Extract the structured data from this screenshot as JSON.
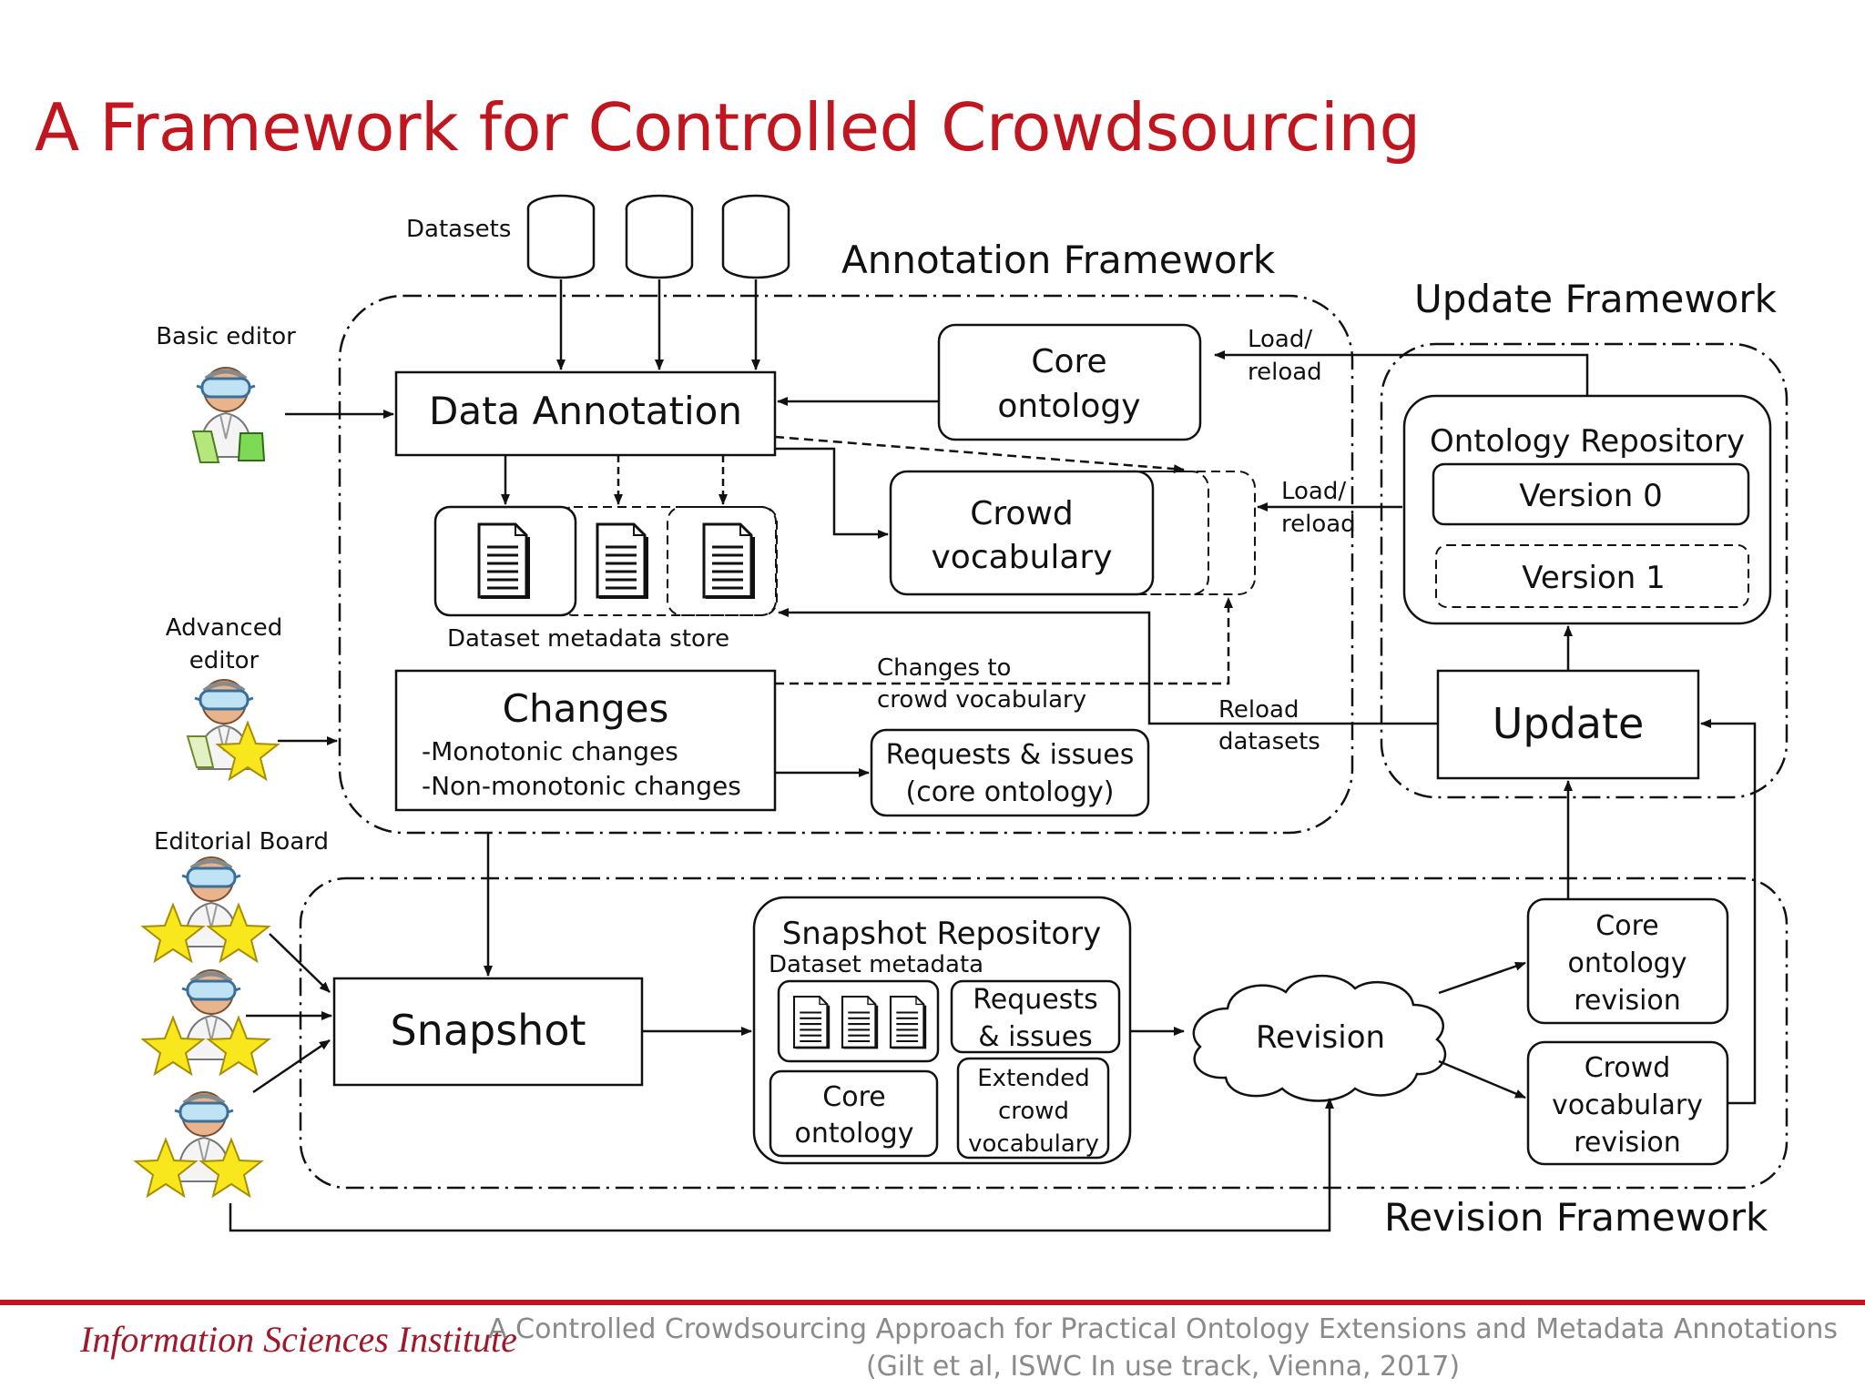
{
  "title": "A Framework for Controlled Crowdsourcing",
  "frameworks": {
    "annotation": "Annotation Framework",
    "update": "Update Framework",
    "revision": "Revision Framework"
  },
  "actors": {
    "basic_editor": "Basic editor",
    "advanced_editor_line1": "Advanced",
    "advanced_editor_line2": "editor",
    "editorial_board": "Editorial Board"
  },
  "datasets_label": "Datasets",
  "annotation": {
    "data_annotation": "Data Annotation",
    "core_ontology_line1": "Core",
    "core_ontology_line2": "ontology",
    "crowd_vocab_line1": "Crowd",
    "crowd_vocab_line2": "vocabulary",
    "metadata_store": "Dataset metadata store",
    "changes_title": "Changes",
    "changes_item1": "-Monotonic changes",
    "changes_item2": "-Non-monotonic changes",
    "requests_line1": "Requests & issues",
    "requests_line2": "(core ontology)",
    "load_reload_1a": "Load/",
    "load_reload_1b": "reload",
    "load_reload_2a": "Load/",
    "load_reload_2b": "reload",
    "changes_to_line1": "Changes to",
    "changes_to_line2": "crowd vocabulary",
    "reload_datasets_line1": "Reload",
    "reload_datasets_line2": "datasets"
  },
  "update": {
    "repository_title": "Ontology Repository",
    "version0": "Version 0",
    "version1": "Version 1",
    "update_label": "Update"
  },
  "revision": {
    "snapshot": "Snapshot",
    "snapshot_repo_title": "Snapshot Repository",
    "dataset_metadata": "Dataset metadata",
    "requests_line1": "Requests",
    "requests_line2": "& issues",
    "core_line1": "Core",
    "core_line2": "ontology",
    "ext_line1": "Extended",
    "ext_line2": "crowd",
    "ext_line3": "vocabulary",
    "revision_label": "Revision",
    "core_rev_line1": "Core",
    "core_rev_line2": "ontology",
    "core_rev_line3": "revision",
    "crowd_rev_line1": "Crowd",
    "crowd_rev_line2": "vocabulary",
    "crowd_rev_line3": "revision"
  },
  "footer": {
    "logo_text": "Information Sciences Institute",
    "citation_line1": "A Controlled Crowdsourcing Approach for Practical Ontology Extensions and Metadata Annotations",
    "citation_line2": "(Gilt et al, ISWC In use track, Vienna, 2017)"
  }
}
